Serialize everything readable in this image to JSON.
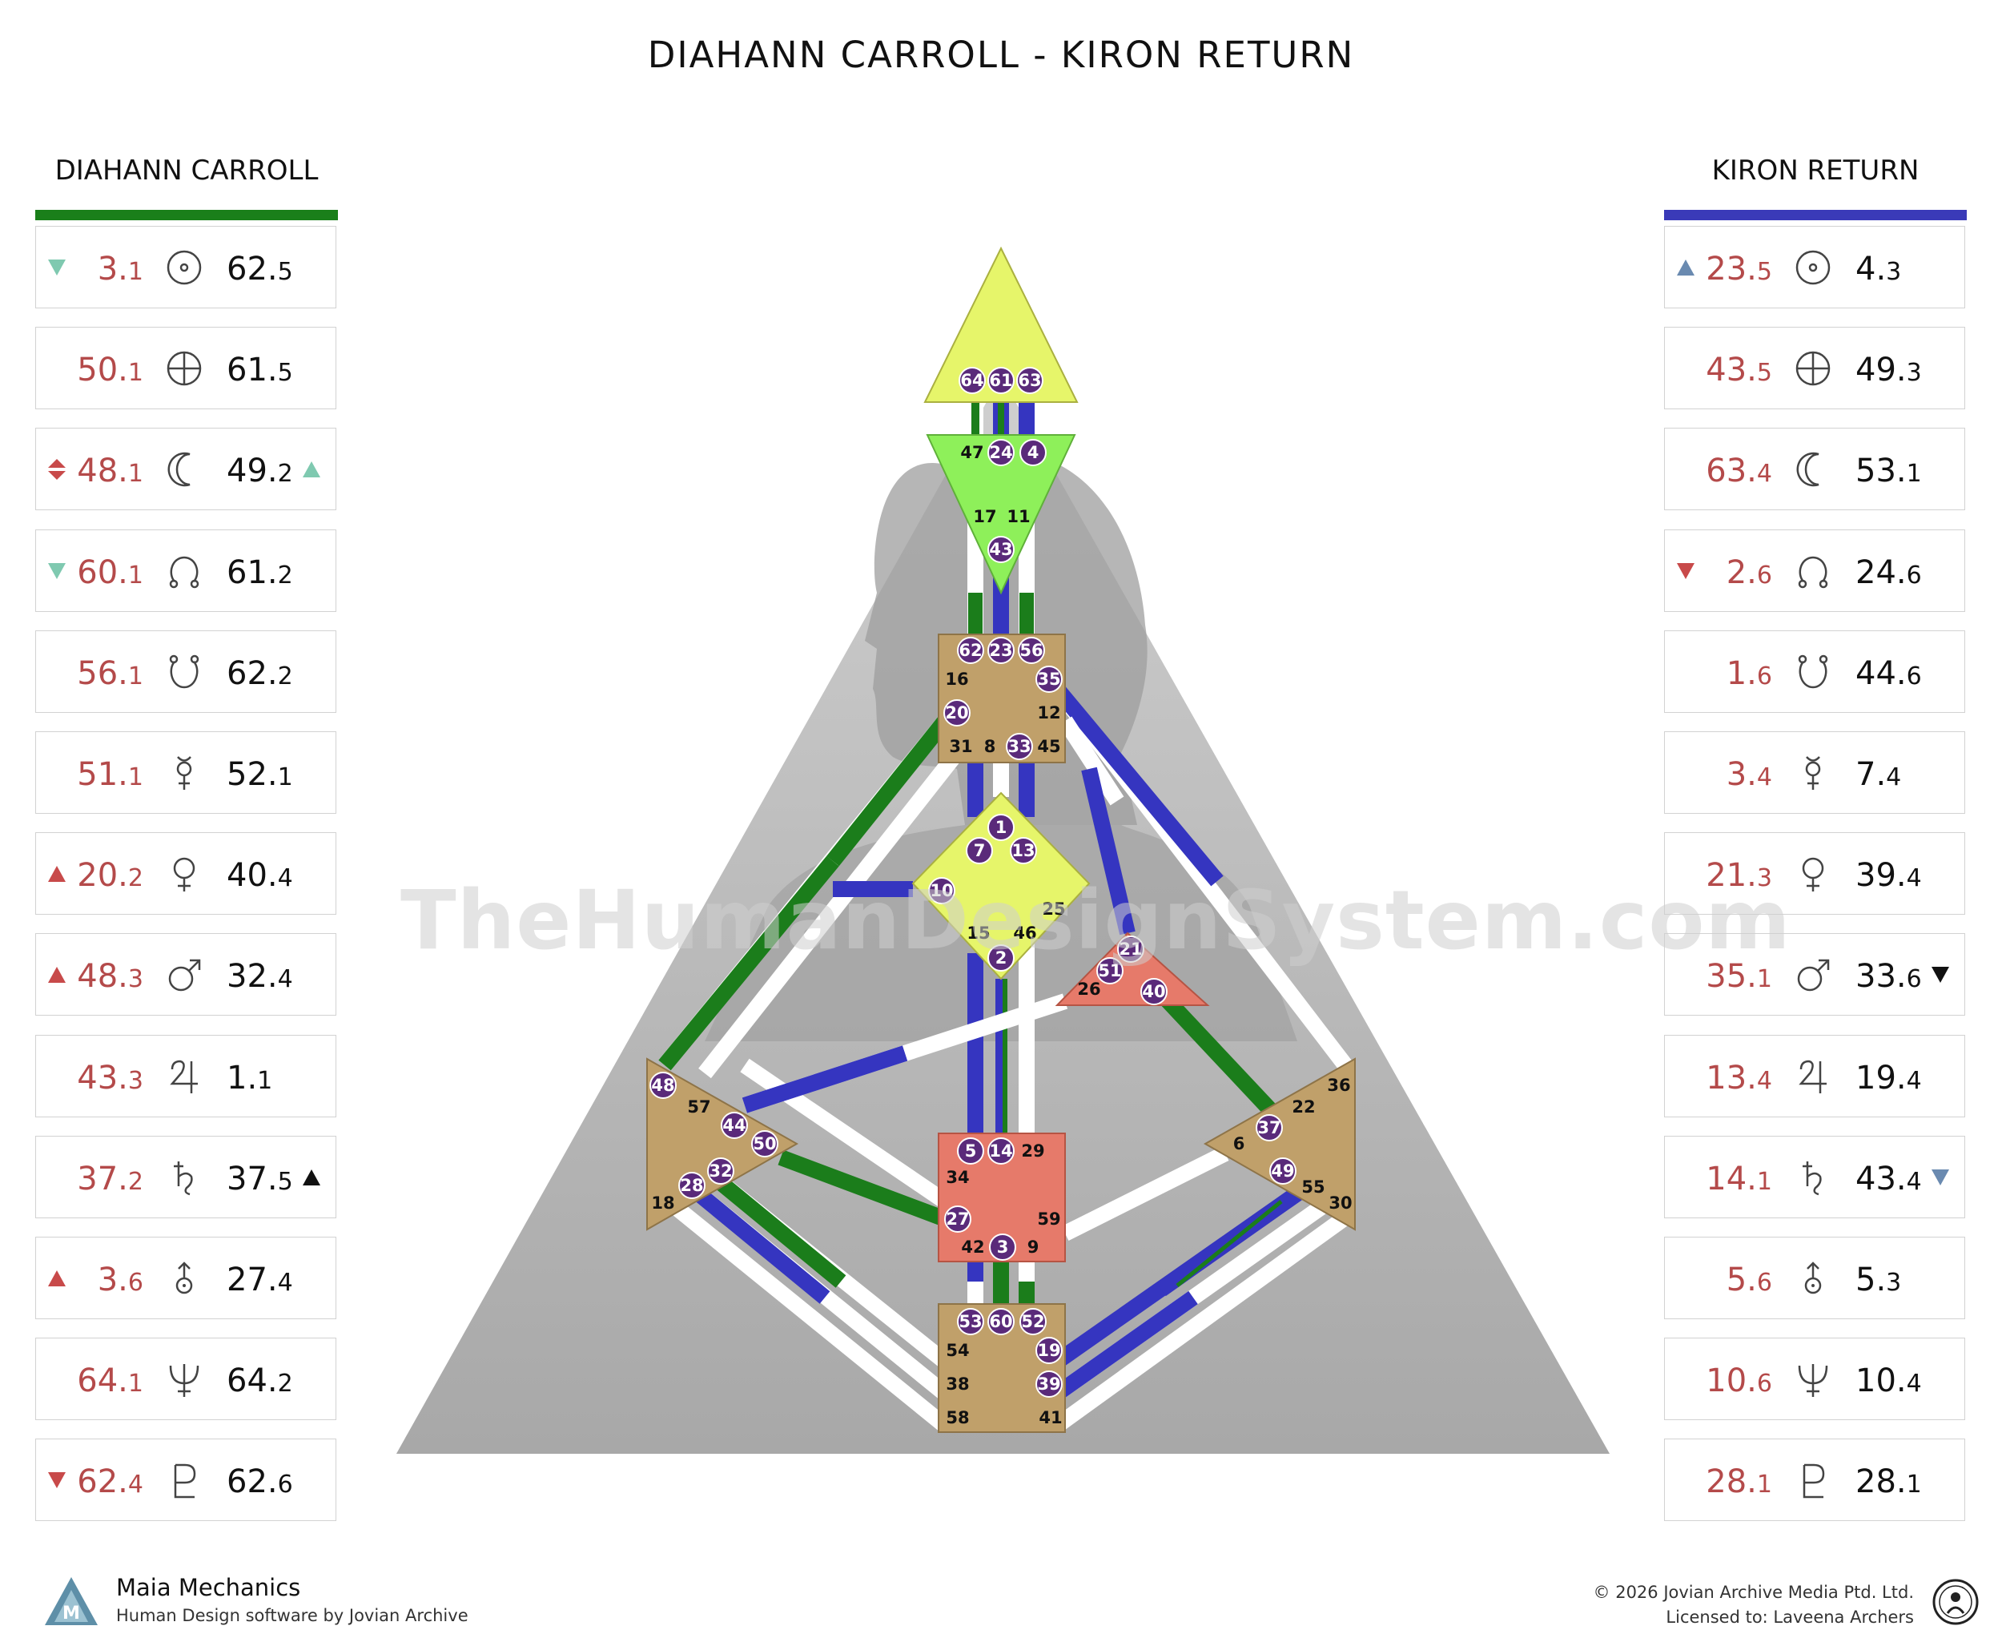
{
  "title": "DIAHANN CARROLL - KIRON RETURN",
  "watermark": "TheHumanDesignSystem.com",
  "colors": {
    "left_accent": "#1a7f1a",
    "right_accent": "#3a3ab8",
    "gate_dot": "#5a2a7a",
    "channel_green": "#1b7d1b",
    "channel_blue": "#3535c0",
    "head": "#e6f56a",
    "ajna": "#8ef05a",
    "brown": "#c0a06a",
    "red": "#e67a6a",
    "yellow": "#e6f56a"
  },
  "left": {
    "header": "DIAHANN CARROLL",
    "rows": [
      {
        "planet_icon": "sun-icon",
        "design": "3.1",
        "personality": "62.5",
        "left_arrow": "down-teal",
        "right_arrow": ""
      },
      {
        "planet_icon": "earth-icon",
        "design": "50.1",
        "personality": "61.5",
        "left_arrow": "",
        "right_arrow": ""
      },
      {
        "planet_icon": "moon-icon",
        "design": "48.1",
        "personality": "49.2",
        "left_arrow": "updown-red",
        "right_arrow": "up-teal"
      },
      {
        "planet_icon": "north-node-icon",
        "design": "60.1",
        "personality": "61.2",
        "left_arrow": "down-teal",
        "right_arrow": ""
      },
      {
        "planet_icon": "south-node-icon",
        "design": "56.1",
        "personality": "62.2",
        "left_arrow": "",
        "right_arrow": ""
      },
      {
        "planet_icon": "mercury-icon",
        "design": "51.1",
        "personality": "52.1",
        "left_arrow": "",
        "right_arrow": ""
      },
      {
        "planet_icon": "venus-icon",
        "design": "20.2",
        "personality": "40.4",
        "left_arrow": "up-red",
        "right_arrow": ""
      },
      {
        "planet_icon": "mars-icon",
        "design": "48.3",
        "personality": "32.4",
        "left_arrow": "up-red",
        "right_arrow": ""
      },
      {
        "planet_icon": "jupiter-icon",
        "design": "43.3",
        "personality": "1.1",
        "left_arrow": "",
        "right_arrow": ""
      },
      {
        "planet_icon": "saturn-icon",
        "design": "37.2",
        "personality": "37.5",
        "left_arrow": "",
        "right_arrow": "up-black"
      },
      {
        "planet_icon": "uranus-icon",
        "design": "3.6",
        "personality": "27.4",
        "left_arrow": "up-red",
        "right_arrow": ""
      },
      {
        "planet_icon": "neptune-icon",
        "design": "64.1",
        "personality": "64.2",
        "left_arrow": "",
        "right_arrow": ""
      },
      {
        "planet_icon": "pluto-icon",
        "design": "62.4",
        "personality": "62.6",
        "left_arrow": "down-red",
        "right_arrow": ""
      }
    ]
  },
  "right": {
    "header": "KIRON RETURN",
    "rows": [
      {
        "planet_icon": "sun-icon",
        "design": "23.5",
        "personality": "4.3",
        "left_arrow": "up-slate",
        "right_arrow": ""
      },
      {
        "planet_icon": "earth-icon",
        "design": "43.5",
        "personality": "49.3",
        "left_arrow": "",
        "right_arrow": ""
      },
      {
        "planet_icon": "moon-icon",
        "design": "63.4",
        "personality": "53.1",
        "left_arrow": "",
        "right_arrow": ""
      },
      {
        "planet_icon": "north-node-icon",
        "design": "2.6",
        "personality": "24.6",
        "left_arrow": "down-red",
        "right_arrow": ""
      },
      {
        "planet_icon": "south-node-icon",
        "design": "1.6",
        "personality": "44.6",
        "left_arrow": "",
        "right_arrow": ""
      },
      {
        "planet_icon": "mercury-icon",
        "design": "3.4",
        "personality": "7.4",
        "left_arrow": "",
        "right_arrow": ""
      },
      {
        "planet_icon": "venus-icon",
        "design": "21.3",
        "personality": "39.4",
        "left_arrow": "",
        "right_arrow": ""
      },
      {
        "planet_icon": "mars-icon",
        "design": "35.1",
        "personality": "33.6",
        "left_arrow": "",
        "right_arrow": "down-black"
      },
      {
        "planet_icon": "jupiter-icon",
        "design": "13.4",
        "personality": "19.4",
        "left_arrow": "",
        "right_arrow": ""
      },
      {
        "planet_icon": "saturn-icon",
        "design": "14.1",
        "personality": "43.4",
        "left_arrow": "",
        "right_arrow": "down-slate"
      },
      {
        "planet_icon": "uranus-icon",
        "design": "5.6",
        "personality": "5.3",
        "left_arrow": "",
        "right_arrow": ""
      },
      {
        "planet_icon": "neptune-icon",
        "design": "10.6",
        "personality": "10.4",
        "left_arrow": "",
        "right_arrow": ""
      },
      {
        "planet_icon": "pluto-icon",
        "design": "28.1",
        "personality": "28.1",
        "left_arrow": "",
        "right_arrow": ""
      }
    ]
  },
  "gates": {
    "head": [
      "64",
      "61",
      "63"
    ],
    "ajna": [
      "47",
      "24",
      "4",
      "17",
      "11",
      "43"
    ],
    "throat": [
      "62",
      "23",
      "56",
      "16",
      "35",
      "20",
      "12",
      "31",
      "8",
      "33",
      "45"
    ],
    "g": [
      "1",
      "7",
      "13",
      "10",
      "25",
      "15",
      "46",
      "2"
    ],
    "ego": [
      "21",
      "51",
      "26",
      "40"
    ],
    "spleen": [
      "48",
      "57",
      "44",
      "50",
      "32",
      "28",
      "18"
    ],
    "solar_plexus": [
      "36",
      "22",
      "37",
      "6",
      "49",
      "55",
      "30"
    ],
    "sacral": [
      "5",
      "14",
      "29",
      "34",
      "27",
      "59",
      "42",
      "3",
      "9"
    ],
    "root": [
      "53",
      "60",
      "52",
      "54",
      "19",
      "38",
      "39",
      "58",
      "41"
    ]
  },
  "footer": {
    "brand": "Maia Mechanics",
    "sub": "Human Design software by Jovian Archive",
    "copyright": "© 2026 Jovian Archive Media Ptd. Ltd.",
    "license": "Licensed to: Laveena Archers"
  }
}
